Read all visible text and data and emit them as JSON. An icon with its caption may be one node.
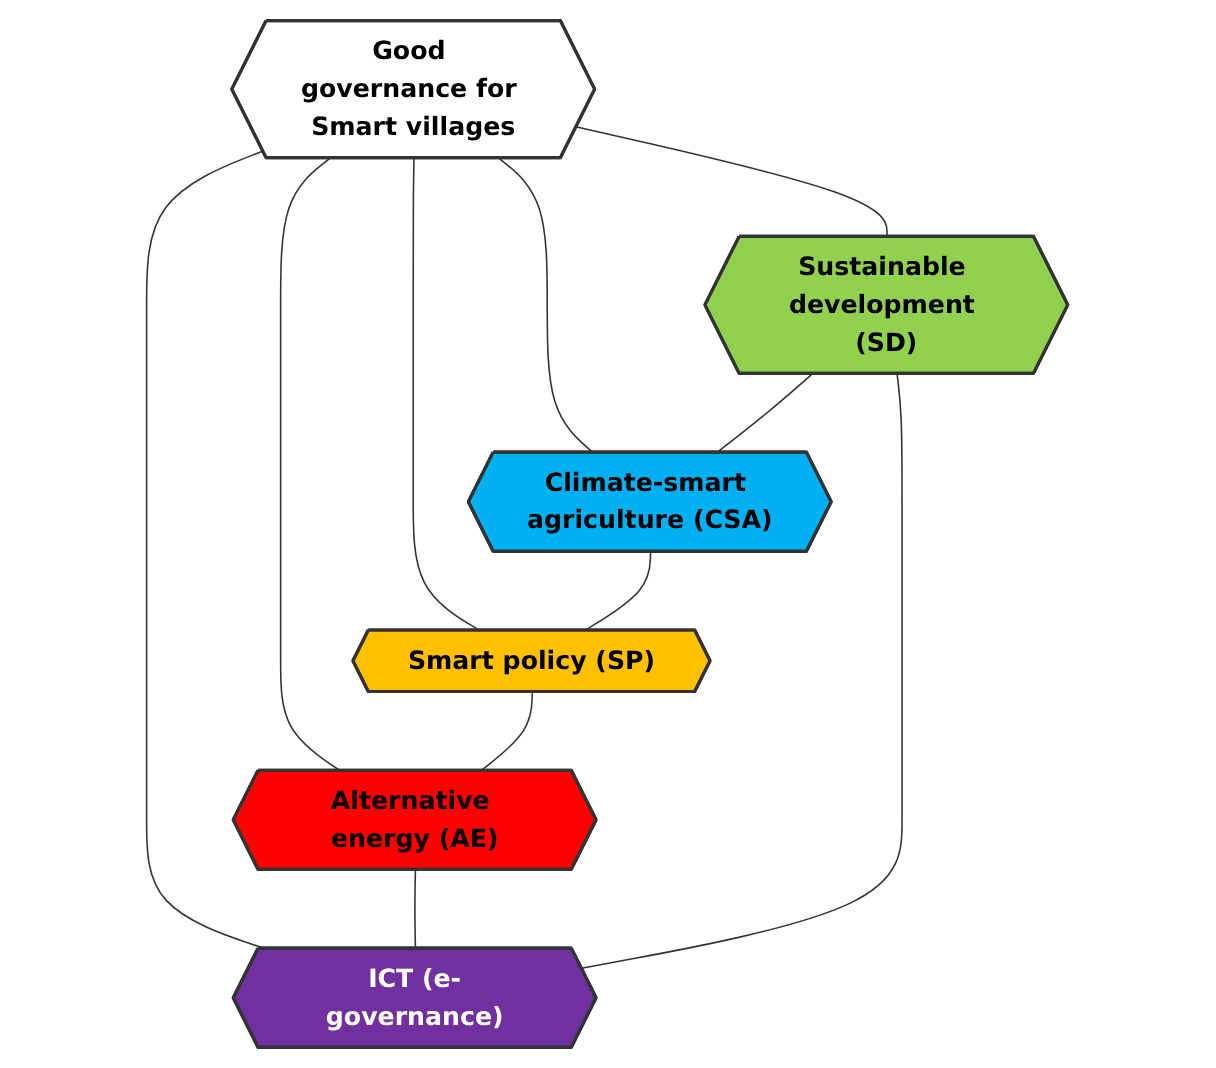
{
  "diagram": {
    "nodes": [
      {
        "text": [
          "Sustainable development (SD)"
        ]
      },
      {
        "text": [
          "Climate-smart agriculture (CSA)"
        ]
      },
      {
        "text": [
          "Good governance for Smart villages"
        ]
      },
      {
        "text": [
          "ICT (e-governance)"
        ]
      },
      {
        "text": [
          "Smart policy (SP)"
        ]
      },
      {
        "text": [
          "Alternative energy (AE)"
        ]
      }
    ],
    "edges": [
      {
        "from": 2,
        "to": 0,
        "arrow": "none"
      },
      {
        "from": 2,
        "to": 1,
        "arrow": "none"
      },
      {
        "from": 2,
        "to": 3,
        "arrow": "none"
      },
      {
        "from": 2,
        "to": 4,
        "arrow": "none"
      },
      {
        "from": 2,
        "to": 5,
        "arrow": "none"
      },
      {
        "from": 0,
        "to": 1,
        "arrow": "none"
      },
      {
        "from": 1,
        "to": 4,
        "arrow": "none"
      },
      {
        "from": 4,
        "to": 5,
        "arrow": "none"
      },
      {
        "from": 5,
        "to": 3,
        "arrow": "none"
      },
      {
        "from": 3,
        "to": 0,
        "arrow": "none"
      }
    ]
  }
}
